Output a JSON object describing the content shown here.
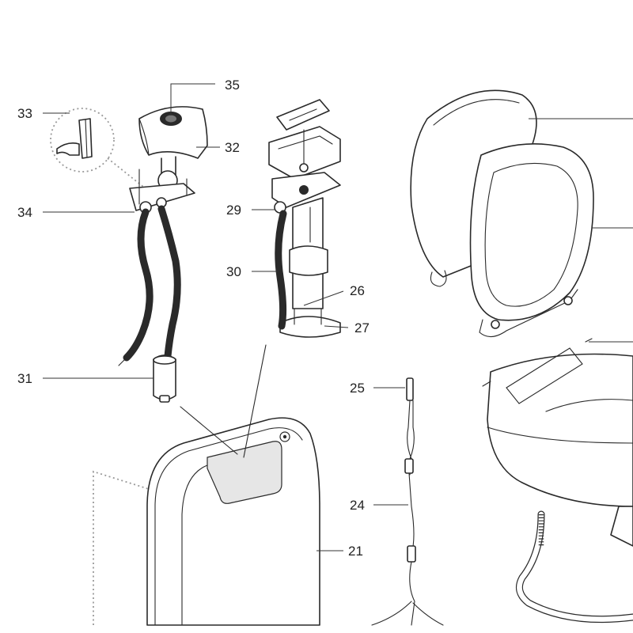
{
  "callouts": {
    "c35": "35",
    "c33": "33",
    "c32": "32",
    "c34": "34",
    "c29": "29",
    "c30": "30",
    "c26": "26",
    "c27": "27",
    "c31": "31",
    "c25": "25",
    "c24": "24",
    "c21": "21"
  },
  "colors": {
    "line": "#2a2a2a",
    "dotted_guide": "#9a9a9a",
    "panel_highlight": "#e6e6e6",
    "background": "#ffffff"
  }
}
